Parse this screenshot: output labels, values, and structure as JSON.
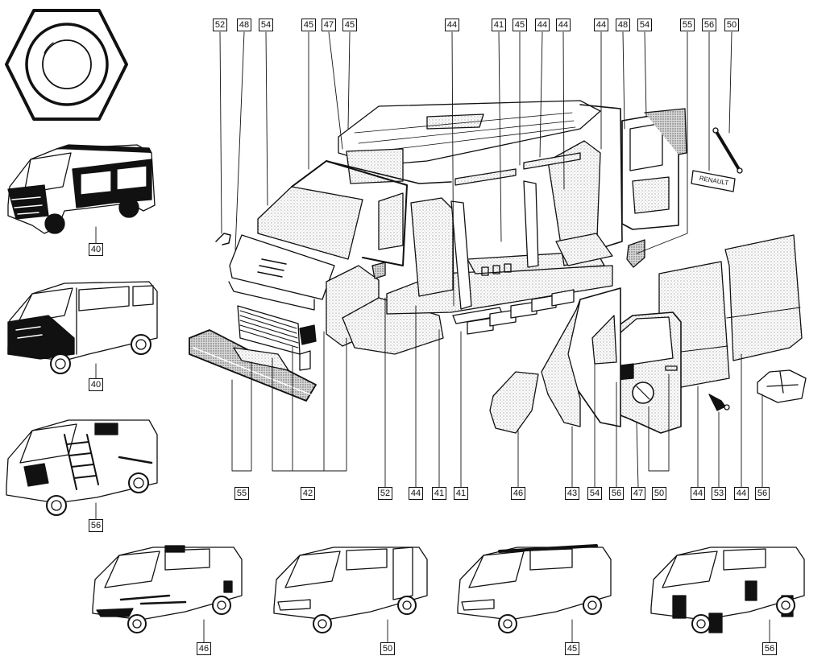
{
  "callouts": {
    "c40a": "40",
    "c40b": "40",
    "c56l": "56",
    "b46": "46",
    "b50": "50",
    "b45": "45",
    "b56": "56",
    "t1": "52",
    "t2": "48",
    "t3": "54",
    "t4": "45",
    "t5": "47",
    "t6": "45",
    "t7": "44",
    "t8": "41",
    "t9": "45",
    "t10": "44",
    "t11": "44",
    "t12": "44",
    "t13": "48",
    "t14": "54",
    "t15": "55",
    "t16": "56",
    "t17": "50",
    "m1": "55",
    "m2": "42",
    "m3": "52",
    "m4": "44",
    "m5": "41",
    "m6": "41",
    "m7": "46",
    "m8": "43",
    "m9": "54",
    "m10": "56",
    "m11": "47",
    "m12": "50",
    "m13": "44",
    "m14": "53",
    "m15": "44",
    "m16": "56"
  },
  "emblem_text": "RENAULT",
  "colors": {
    "ink": "#111111",
    "paper": "#ffffff",
    "stipple": "#9a9a9a"
  }
}
